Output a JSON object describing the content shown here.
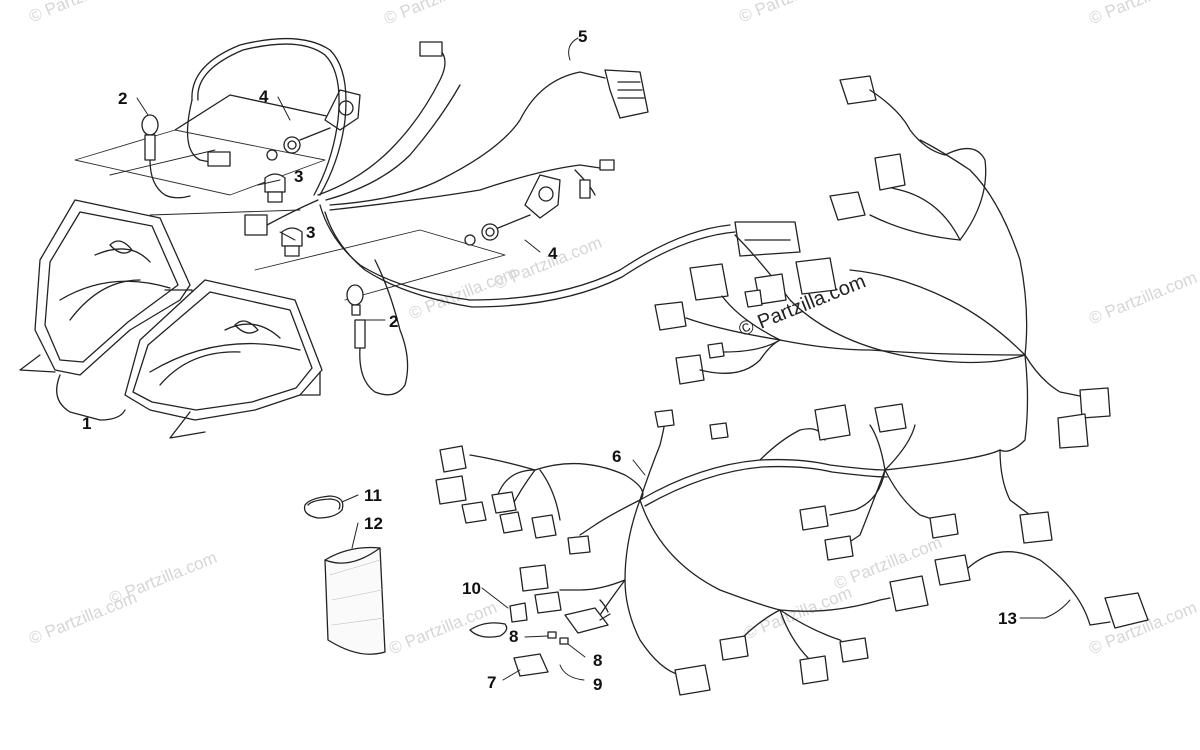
{
  "watermark": {
    "text": "© Partzilla.com",
    "domain": "Partzilla.com"
  },
  "callouts": [
    {
      "id": "c1",
      "label": "1"
    },
    {
      "id": "c2a",
      "label": "2"
    },
    {
      "id": "c2b",
      "label": "2"
    },
    {
      "id": "c3a",
      "label": "3"
    },
    {
      "id": "c3b",
      "label": "3"
    },
    {
      "id": "c4a",
      "label": "4"
    },
    {
      "id": "c4b",
      "label": "4"
    },
    {
      "id": "c5",
      "label": "5"
    },
    {
      "id": "c6",
      "label": "6"
    },
    {
      "id": "c7",
      "label": "7"
    },
    {
      "id": "c8a",
      "label": "8"
    },
    {
      "id": "c8b",
      "label": "8"
    },
    {
      "id": "c9",
      "label": "9"
    },
    {
      "id": "c10",
      "label": "10"
    },
    {
      "id": "c11",
      "label": "11"
    },
    {
      "id": "c12",
      "label": "12"
    },
    {
      "id": "c13",
      "label": "13"
    }
  ]
}
